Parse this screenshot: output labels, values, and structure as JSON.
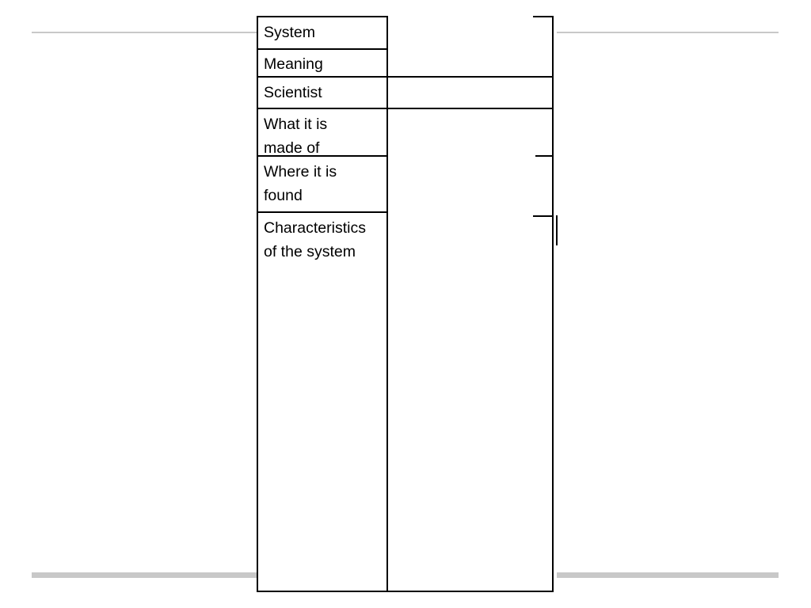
{
  "slide": {
    "background_color": "#FFFFFF",
    "accent_rule_color": "#C8C8C8",
    "table_border_color": "#000000"
  },
  "table": {
    "name": "system-comparison-table",
    "columns": 2,
    "column_headers": [
      "",
      ""
    ],
    "rows": [
      {
        "label": "System",
        "value": ""
      },
      {
        "label": "Meaning",
        "value": ""
      },
      {
        "label": "Scientist",
        "value": ""
      },
      {
        "label": "What it is\nmade of",
        "value": ""
      },
      {
        "label": "Where it is\nfound",
        "value": ""
      },
      {
        "label": "Characteristics\nof the system",
        "value": ""
      }
    ]
  },
  "decorations": {
    "top_rule_left": "",
    "top_rule_right": "",
    "bottom_rule_left": "",
    "bottom_rule_right": ""
  }
}
